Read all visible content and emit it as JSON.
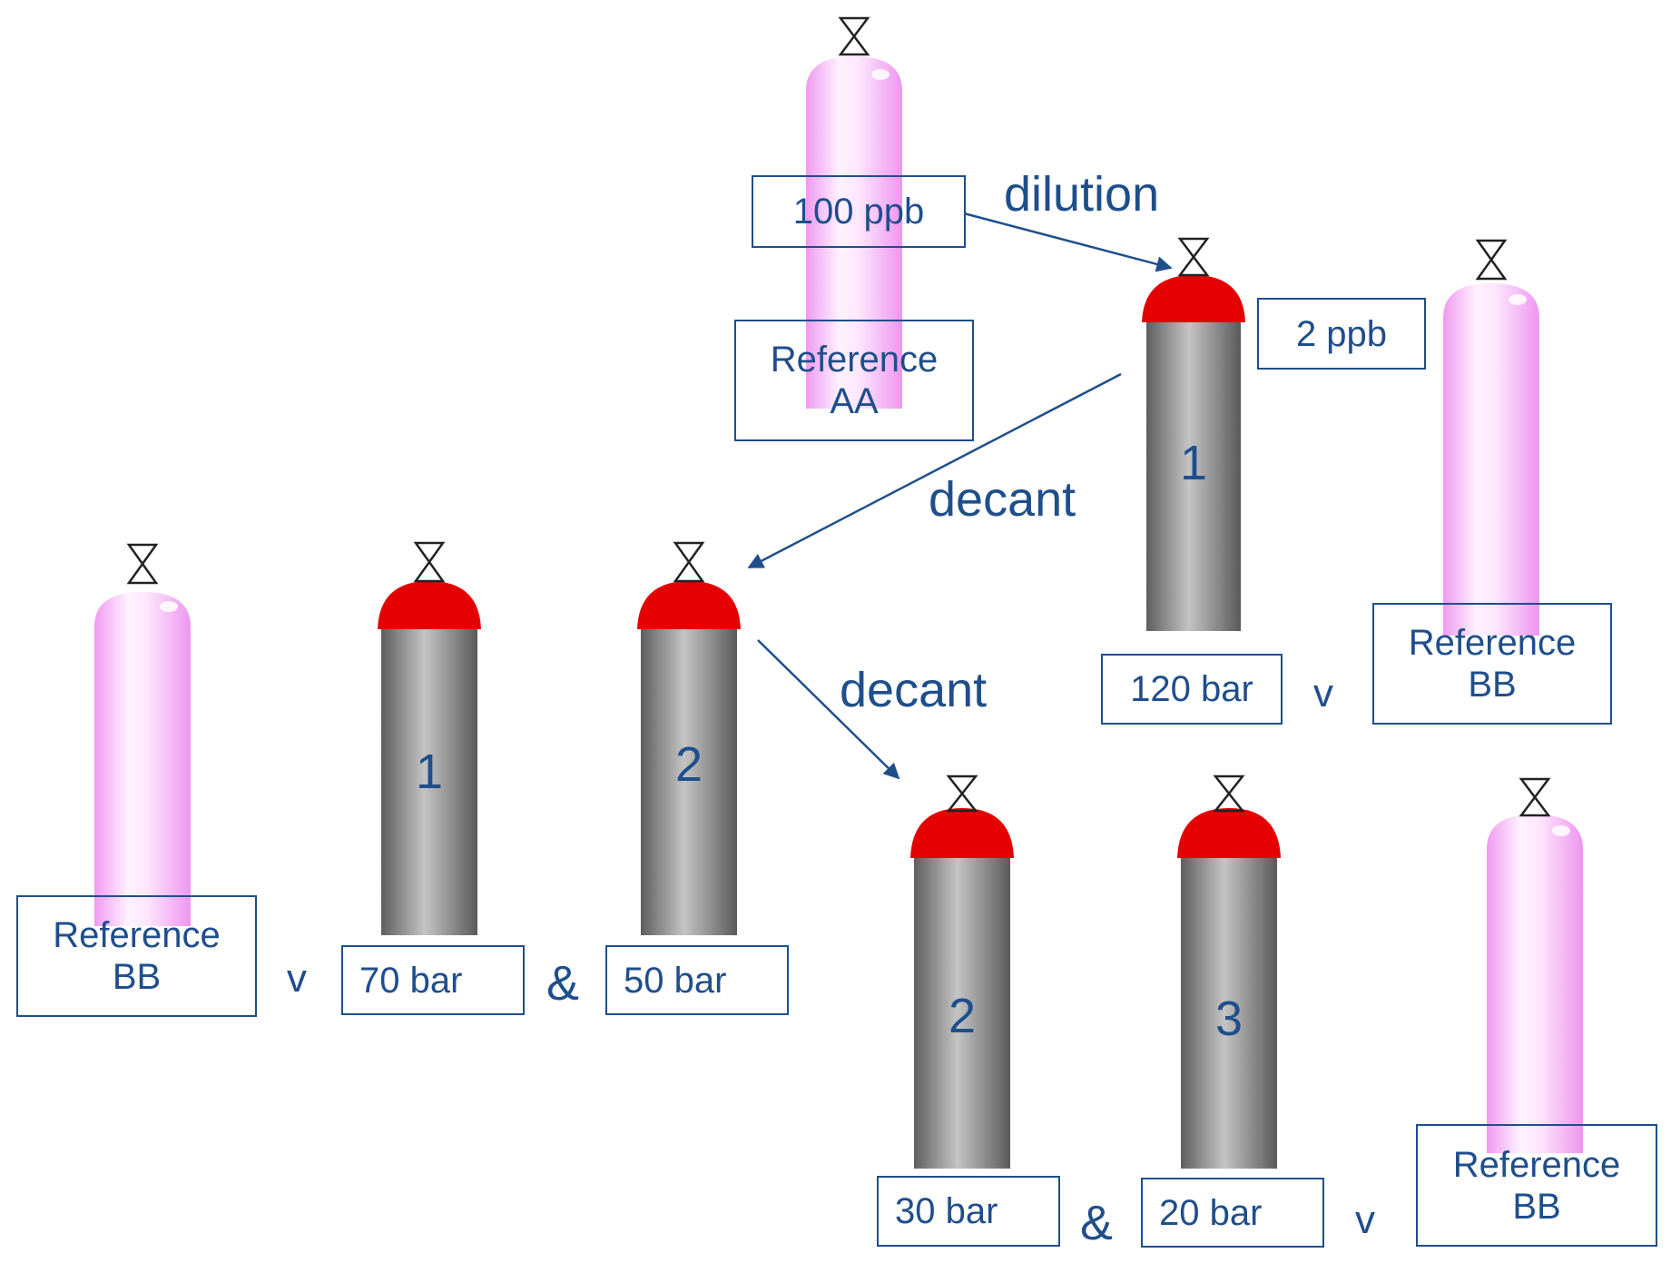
{
  "colors": {
    "text": "#1f4e8c",
    "reference_cylinder": "#ef9af0",
    "gas_cap": "#e50000",
    "gas_body": "#707070",
    "arrow": "#1f4e8c"
  },
  "source": {
    "concentration": "100 ppb",
    "reference": [
      "Reference",
      "AA"
    ]
  },
  "steps": {
    "dilution_label": "dilution",
    "decant_1_label": "decant",
    "decant_2_label": "decant"
  },
  "stage1": {
    "cylinder_number": "1",
    "concentration": "2 ppb",
    "pressure": "120 bar",
    "versus": "v",
    "reference": [
      "Reference",
      "BB"
    ]
  },
  "stage2": {
    "reference": [
      "Reference",
      "BB"
    ],
    "versus": "v",
    "cylinders": [
      {
        "number": "1",
        "pressure": "70 bar"
      },
      {
        "number": "2",
        "pressure": "50 bar"
      }
    ],
    "joiner": "&"
  },
  "stage3": {
    "cylinders": [
      {
        "number": "2",
        "pressure": "30 bar"
      },
      {
        "number": "3",
        "pressure": "20 bar"
      }
    ],
    "joiner": "&",
    "versus": "v",
    "reference": [
      "Reference",
      "BB"
    ]
  }
}
